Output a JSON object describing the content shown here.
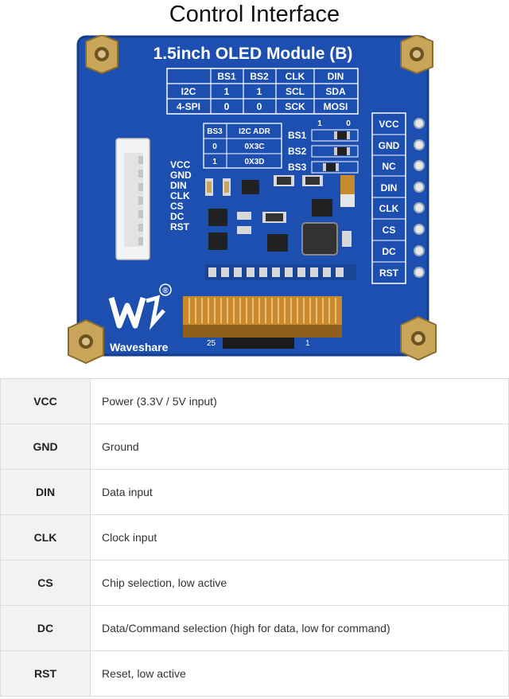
{
  "page_title": "Control Interface",
  "board": {
    "title": "1.5inch OLED Module (B)",
    "bus_table": {
      "headers": [
        "",
        "BS1",
        "BS2",
        "CLK",
        "DIN"
      ],
      "rows": [
        [
          "I2C",
          "1",
          "1",
          "SCL",
          "SDA"
        ],
        [
          "4-SPI",
          "0",
          "0",
          "SCK",
          "MOSI"
        ]
      ]
    },
    "addr_table": {
      "headers": [
        "BS3",
        "I2C ADR"
      ],
      "rows": [
        [
          "0",
          "0X3C"
        ],
        [
          "1",
          "0X3D"
        ]
      ]
    },
    "switch_header": [
      "1",
      "0"
    ],
    "switch_labels": [
      "BS1",
      "BS2",
      "BS3"
    ],
    "left_pins": [
      "VCC",
      "GND",
      "DIN",
      "CLK",
      "CS",
      "DC",
      "RST"
    ],
    "right_pins": [
      "VCC",
      "GND",
      "NC",
      "DIN",
      "CLK",
      "CS",
      "DC",
      "RST"
    ],
    "fpc_labels": [
      "25",
      "1"
    ],
    "brand": "Waveshare",
    "brand_mark": "®",
    "colors": {
      "pcb": "#1d4fb0",
      "pcb_dark": "#163c8c",
      "silk": "#ffffff",
      "brass": "#c9a55a",
      "fpc": "#c98a2e"
    }
  },
  "pin_table": [
    {
      "pin": "VCC",
      "desc": "Power (3.3V / 5V input)"
    },
    {
      "pin": "GND",
      "desc": "Ground"
    },
    {
      "pin": "DIN",
      "desc": "Data input"
    },
    {
      "pin": "CLK",
      "desc": "Clock input"
    },
    {
      "pin": "CS",
      "desc": "Chip selection, low active"
    },
    {
      "pin": "DC",
      "desc": "Data/Command selection (high for data, low for command)"
    },
    {
      "pin": "RST",
      "desc": "Reset, low active"
    }
  ]
}
